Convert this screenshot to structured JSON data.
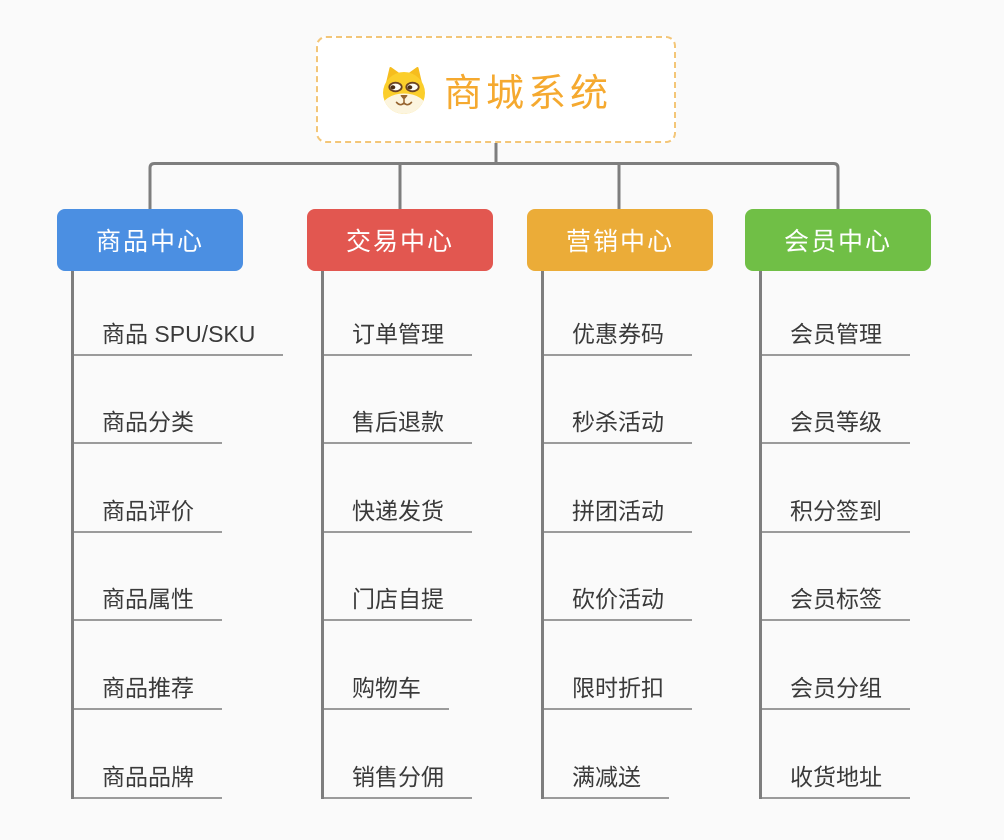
{
  "page": {
    "background": "#FAFAFA",
    "connector_color": "#7E7E7E",
    "underline_color": "#9B9B9B"
  },
  "root": {
    "title": "商城系统",
    "icon": "dog-face-icon",
    "text_color": "#F5A92F",
    "border_color": "#F3C678"
  },
  "branches": [
    {
      "label": "商品中心",
      "color": "#4B8FE2",
      "children": [
        "商品 SPU/SKU",
        "商品分类",
        "商品评价",
        "商品属性",
        "商品推荐",
        "商品品牌"
      ]
    },
    {
      "label": "交易中心",
      "color": "#E25750",
      "children": [
        "订单管理",
        "售后退款",
        "快递发货",
        "门店自提",
        "购物车",
        "销售分佣"
      ]
    },
    {
      "label": "营销中心",
      "color": "#EBAC38",
      "children": [
        "优惠券码",
        "秒杀活动",
        "拼团活动",
        "砍价活动",
        "限时折扣",
        "满减送"
      ]
    },
    {
      "label": "会员中心",
      "color": "#70BF46",
      "children": [
        "会员管理",
        "会员等级",
        "积分签到",
        "会员标签",
        "会员分组",
        "收货地址"
      ]
    }
  ]
}
